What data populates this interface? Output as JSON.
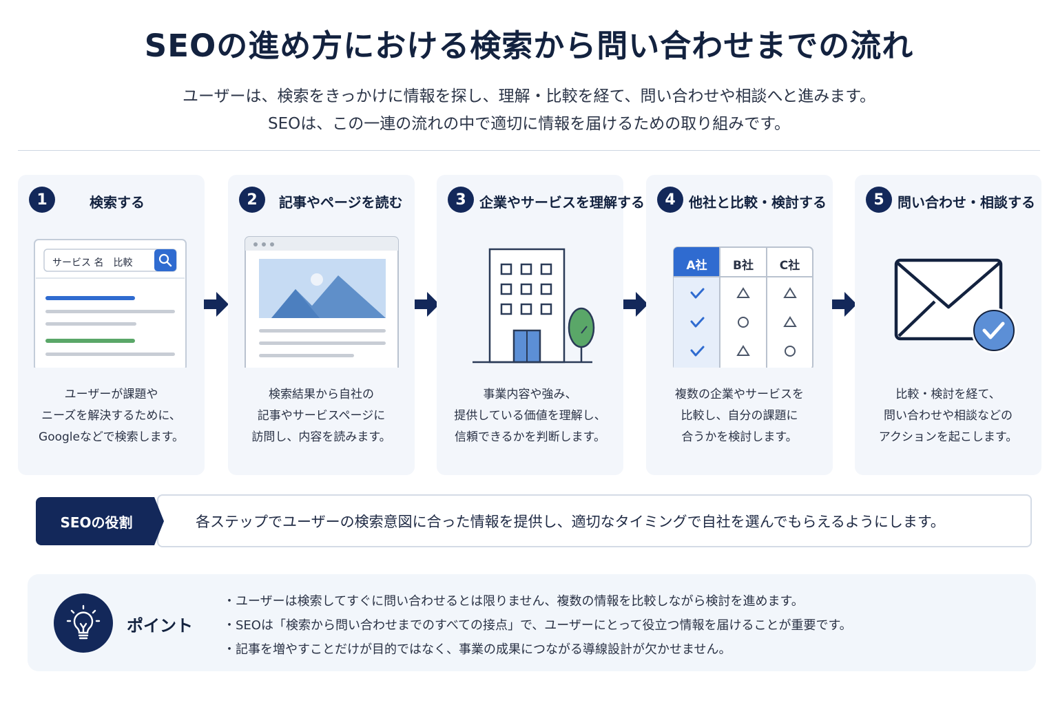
{
  "title": "SEOの進め方における検索から問い合わせまでの流れ",
  "subtitle": {
    "line1": "ユーザーは、検索をきっかけに情報を探し、理解・比較を経て、問い合わせや相談へと進みます。",
    "line2": "SEOは、この一連の流れの中で適切に情報を届けるための取り組みです。"
  },
  "steps": [
    {
      "number": "1",
      "title": "検索する",
      "desc": [
        "ユーザーが課題や",
        "ニーズを解決するために、",
        "Googleなどで検索します。"
      ],
      "search_query": "サービス 名　比較"
    },
    {
      "number": "2",
      "title": "記事やページを読む",
      "desc": [
        "検索結果から自社の",
        "記事やサービスページに",
        "訪問し、内容を読みます。"
      ]
    },
    {
      "number": "3",
      "title": "企業やサービスを理解する",
      "desc": [
        "事業内容や強み、",
        "提供している価値を理解し、",
        "信頼できるかを判断します。"
      ]
    },
    {
      "number": "4",
      "title": "他社と比較・検討する",
      "desc": [
        "複数の企業やサービスを",
        "比較し、自分の課題に",
        "合うかを検討します。"
      ],
      "table": {
        "headers": [
          "A社",
          "B社",
          "C社"
        ],
        "rows": [
          [
            "✓",
            "△",
            "△"
          ],
          [
            "✓",
            "○",
            "△"
          ],
          [
            "✓",
            "△",
            "○"
          ]
        ]
      }
    },
    {
      "number": "5",
      "title": "問い合わせ・相談する",
      "desc": [
        "比較・検討を経て、",
        "問い合わせや相談などの",
        "アクションを起こします。"
      ]
    }
  ],
  "role": {
    "label": "SEOの役割",
    "text": "各ステップでユーザーの検索意図に合った情報を提供し、適切なタイミングで自社を選んでもらえるようにします。"
  },
  "point": {
    "title": "ポイント",
    "items": [
      "ユーザーは検索してすぐに問い合わせるとは限りません、複数の情報を比較しながら検討を進めます。",
      "SEOは「検索から問い合わせまでのすべての接点」で、ユーザーにとって役立つ情報を届けることが重要です。",
      "記事を増やすことだけが目的ではなく、事業の成果につながる導線設計が欠かせません。"
    ]
  },
  "colors": {
    "navy": "#13285a",
    "blue": "#2f6bd0",
    "green": "#5aa768",
    "light_bg": "#f3f6fb"
  },
  "icons": [
    "search-icon",
    "browser-image-icon",
    "building-icon",
    "tree-icon",
    "comparison-table-icon",
    "envelope-check-icon",
    "lightbulb-icon",
    "arrow-right-icon"
  ]
}
